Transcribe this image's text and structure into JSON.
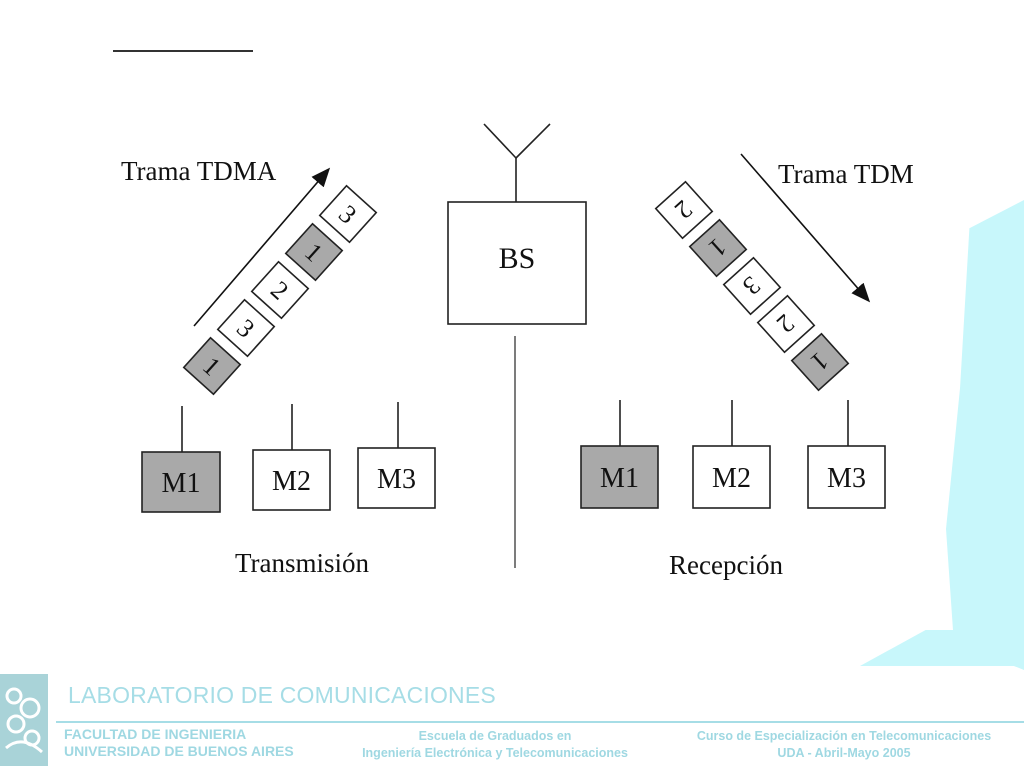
{
  "diagram": {
    "tdma_label": "Trama TDMA",
    "tdm_label": "Trama TDM",
    "bs_label": "BS",
    "tdma_slots": [
      "1",
      "3",
      "2",
      "1",
      "3"
    ],
    "tdm_slots": [
      "2",
      "1",
      "3",
      "2",
      "1"
    ],
    "tx_mobiles": [
      "M1",
      "M2",
      "M3"
    ],
    "rx_mobiles": [
      "M1",
      "M2",
      "M3"
    ],
    "tx_caption": "Transmisión",
    "rx_caption": "Recepción",
    "shade_color": "#a9a9a9"
  },
  "footer": {
    "title": "LABORATORIO DE COMUNICACIONES",
    "faculty": "FACULTAD DE INGENIERIA",
    "university": "UNIVERSIDAD DE BUENOS AIRES",
    "school_line1": "Escuela de Graduados en",
    "school_line2": "Ingeniería Electrónica y Telecomunicaciones",
    "course_line1": "Curso de Especialización en Telecomunicaciones",
    "course_line2": "UDA - Abril-Mayo 2005"
  }
}
